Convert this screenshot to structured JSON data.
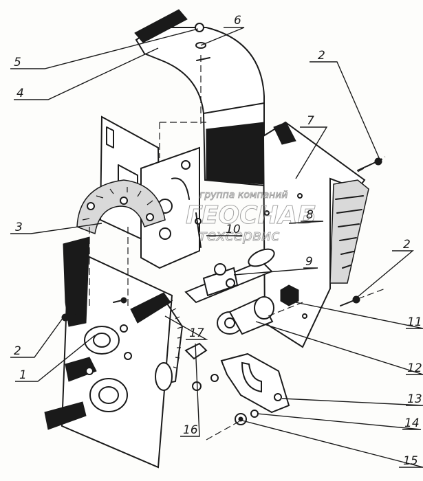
{
  "callouts": [
    {
      "id": "5",
      "label": "5"
    },
    {
      "id": "4",
      "label": "4"
    },
    {
      "id": "6",
      "label": "6"
    },
    {
      "id": "2a",
      "label": "2"
    },
    {
      "id": "7",
      "label": "7"
    },
    {
      "id": "3",
      "label": "3"
    },
    {
      "id": "8",
      "label": "8"
    },
    {
      "id": "10",
      "label": "10"
    },
    {
      "id": "9",
      "label": "9"
    },
    {
      "id": "2b",
      "label": "2"
    },
    {
      "id": "11",
      "label": "11"
    },
    {
      "id": "2c",
      "label": "2"
    },
    {
      "id": "1",
      "label": "1"
    },
    {
      "id": "17",
      "label": "17"
    },
    {
      "id": "12",
      "label": "12"
    },
    {
      "id": "13",
      "label": "13"
    },
    {
      "id": "14",
      "label": "14"
    },
    {
      "id": "16",
      "label": "16"
    },
    {
      "id": "15",
      "label": "15"
    }
  ],
  "watermark": {
    "line1": "группа компаний",
    "line2": "ГЕОСНАБ",
    "line3": "техсервис"
  }
}
